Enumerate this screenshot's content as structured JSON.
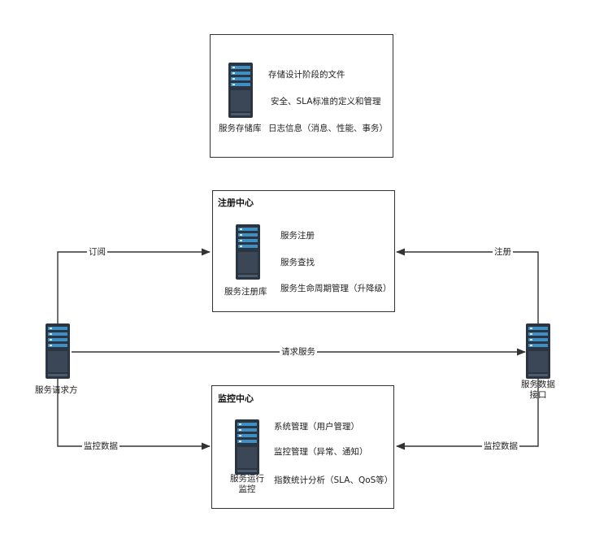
{
  "storage": {
    "items": [
      "存储设计阶段的文件",
      "安全、SLA标准的定义和管理",
      "日志信息（消息、性能、事务）"
    ],
    "server_label": "服务存储库"
  },
  "registry": {
    "title": "注册中心",
    "items": [
      "服务注册",
      "服务查找",
      "服务生命周期管理（升降级）"
    ],
    "server_label": "服务注册库"
  },
  "monitor": {
    "title": "监控中心",
    "items": [
      "系统管理（用户管理）",
      "监控管理（异常、通知）",
      "指数统计分析（SLA、QoS等）"
    ],
    "server_label_line1": "服务运行",
    "server_label_line2": "监控"
  },
  "requester": {
    "label": "服务请求方"
  },
  "provider": {
    "label_line1": "服务数据",
    "label_line2": "接口"
  },
  "edges": {
    "subscribe": "订阅",
    "register": "注册",
    "request_service": "请求服务",
    "monitor_data_left": "监控数据",
    "monitor_data_right": "监控数据"
  },
  "icons": {
    "server": "server-rack-icon"
  },
  "colors": {
    "server_body": "#2b3542",
    "server_accent": "#3d8fc4",
    "line": "#333333"
  }
}
